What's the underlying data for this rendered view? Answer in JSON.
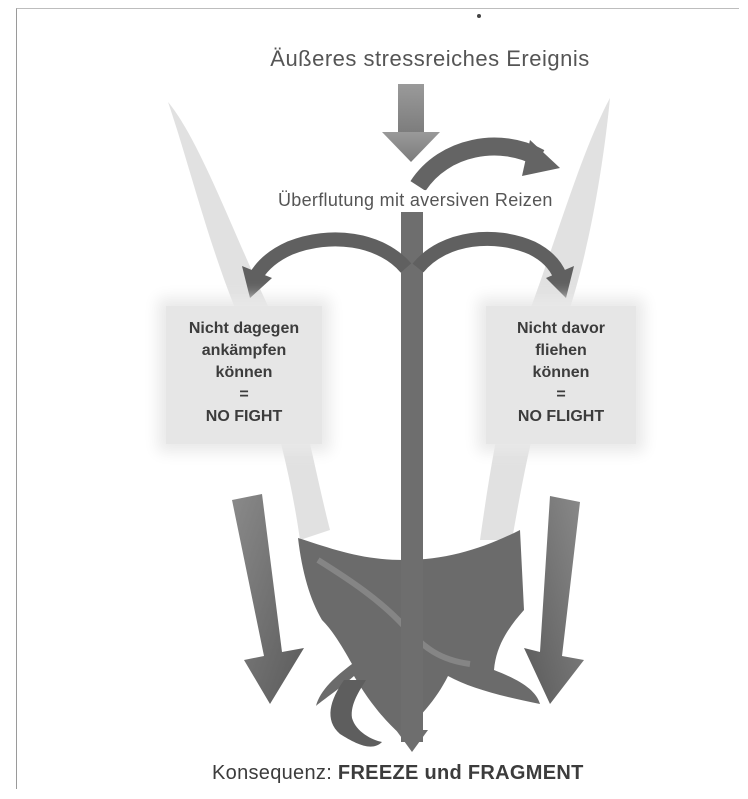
{
  "title": "Äußeres stressreiches Ereignis",
  "flood_label": "Überflutung mit aversiven Reizen",
  "left_box": {
    "line1": "Nicht dagegen",
    "line2": "ankämpfen",
    "line3": "können",
    "equals": "=",
    "result": "NO FIGHT"
  },
  "right_box": {
    "line1": "Nicht davor",
    "line2": "fliehen",
    "line3": "können",
    "equals": "=",
    "result": "NO FLIGHT"
  },
  "consequence": {
    "prefix": "Konsequenz:",
    "freeze": "FREEZE",
    "und": "und",
    "fragment": "FRAGMENT"
  },
  "colors": {
    "arrow_dark": "#5f5f5f",
    "arrow_mid": "#7a7a7a",
    "figure": "#6b6b6b",
    "text": "#4a4a4a"
  }
}
